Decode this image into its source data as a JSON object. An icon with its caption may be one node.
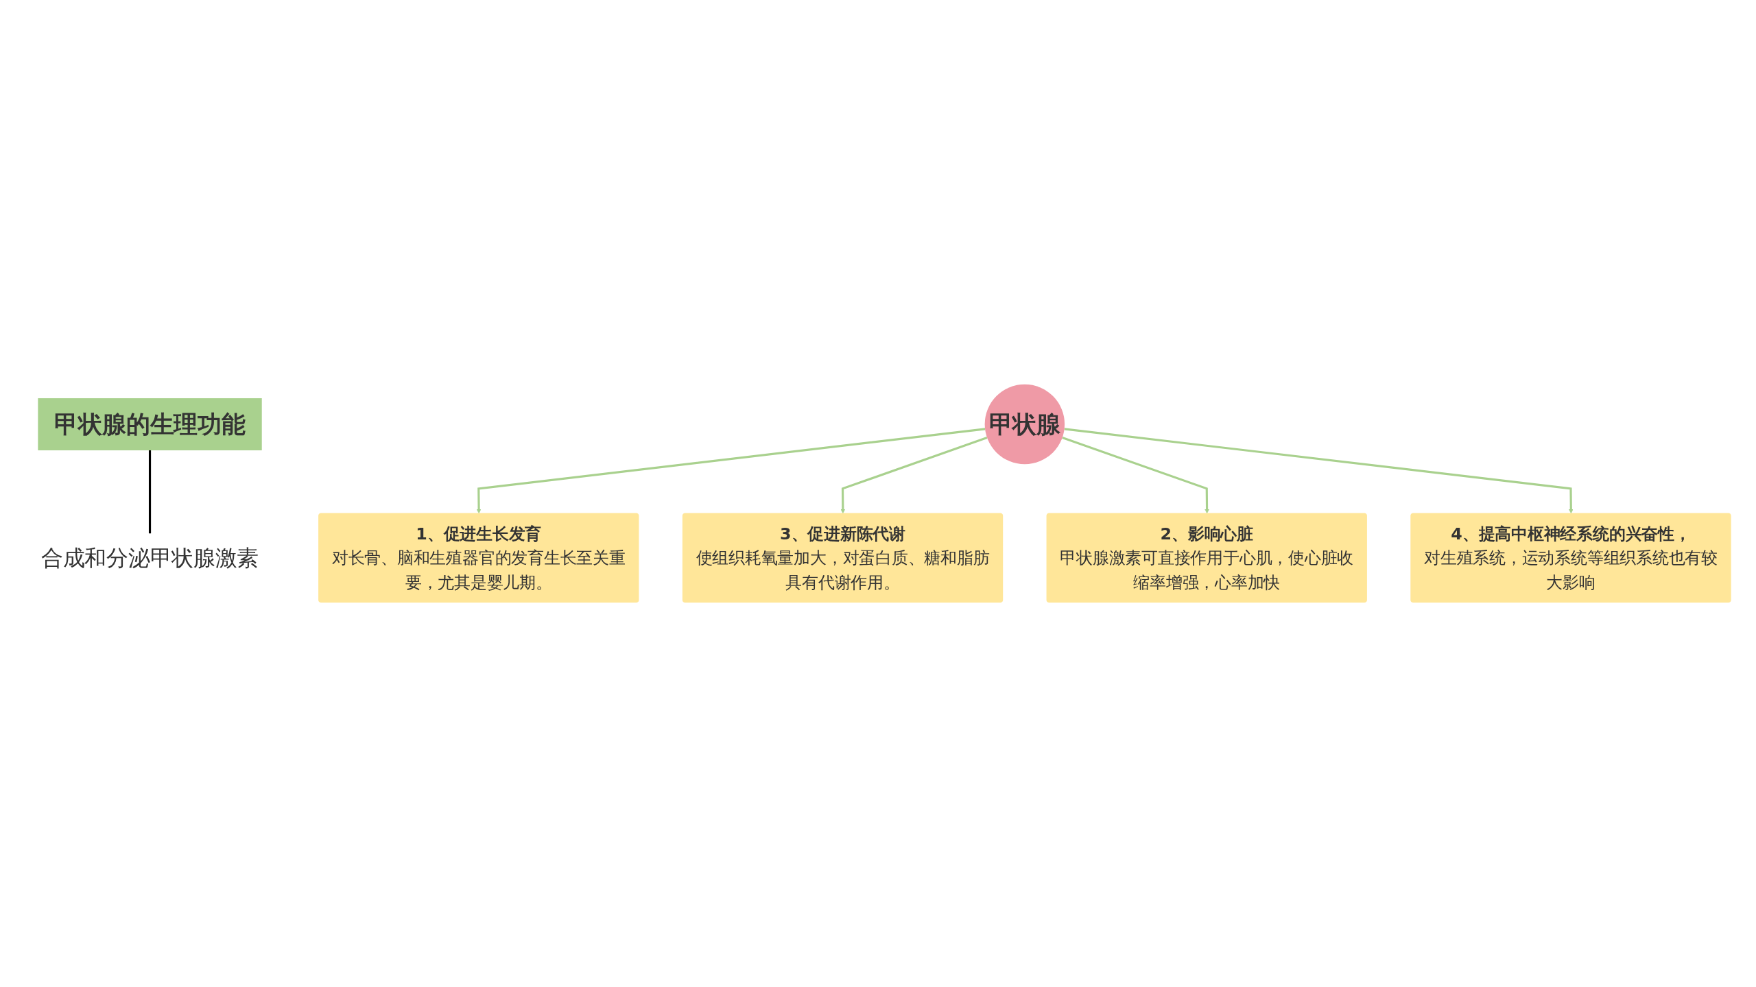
{
  "diagram": {
    "nodes": [
      {
        "text": [
          "甲状腺的生理功能"
        ]
      },
      {
        "text": [
          "合成和分泌甲状腺激素"
        ]
      },
      {
        "text": [
          "1、促进生长发育",
          "对长骨、脑和生殖器官的发育生长至关重要，尤其是婴儿期。"
        ]
      },
      {
        "text": [
          "3、促进新陈代谢",
          "使组织耗氧量加大，对蛋白质、糖和脂肪具有代谢作用。"
        ]
      },
      {
        "text": [
          "甲状腺"
        ]
      },
      {
        "text": [
          "2、影响心脏",
          "甲状腺激素可直接作用于心肌，使心脏收缩率增强，心率加快"
        ]
      },
      {
        "text": [
          "4、提高中枢神经系统的兴奋性，",
          "对生殖系统，运动系统等组织系统也有较大影响"
        ]
      }
    ],
    "edges": [
      {
        "from": 0,
        "to": 1,
        "arrow": "none",
        "color": "#000000"
      },
      {
        "from": 4,
        "to": 2,
        "arrow": "to"
      },
      {
        "from": 4,
        "to": 3,
        "arrow": "to"
      },
      {
        "from": 4,
        "to": 5,
        "arrow": "to"
      },
      {
        "from": 4,
        "to": 6,
        "arrow": "to"
      }
    ]
  }
}
